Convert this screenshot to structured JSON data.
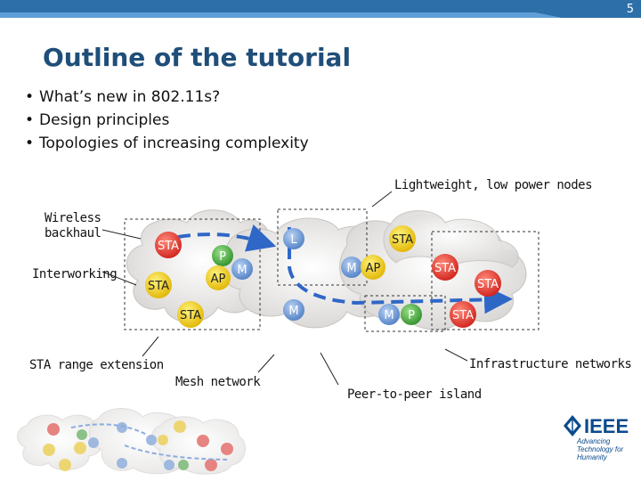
{
  "slide": {
    "number": "5",
    "title": "Outline of the tutorial",
    "bullets": [
      "What’s new in 802.11s?",
      "Design principles",
      "Topologies of increasing complexity"
    ]
  },
  "diagram": {
    "labels": {
      "lightweight": "Lightweight, low power nodes",
      "wireless_backhaul": "Wireless backhaul",
      "interworking": "Interworking",
      "sta_range": "STA range extension",
      "mesh_network": "Mesh network",
      "peer_island": "Peer-to-peer island",
      "infrastructure": "Infrastructure networks"
    },
    "nodes": {
      "sta": "STA",
      "ap": "AP",
      "mp": "M",
      "portal": "P",
      "light": "L"
    }
  },
  "logo": {
    "name": "IEEE",
    "tagline": "Advancing Technology for Humanity"
  },
  "colors": {
    "title": "#1f4e79",
    "sta": "#e8322b",
    "ap": "#f2c600",
    "mp": "#5b8ccf",
    "portal": "#3fa33a",
    "arrow": "#2f67c7",
    "ieee": "#0a4a8c"
  }
}
